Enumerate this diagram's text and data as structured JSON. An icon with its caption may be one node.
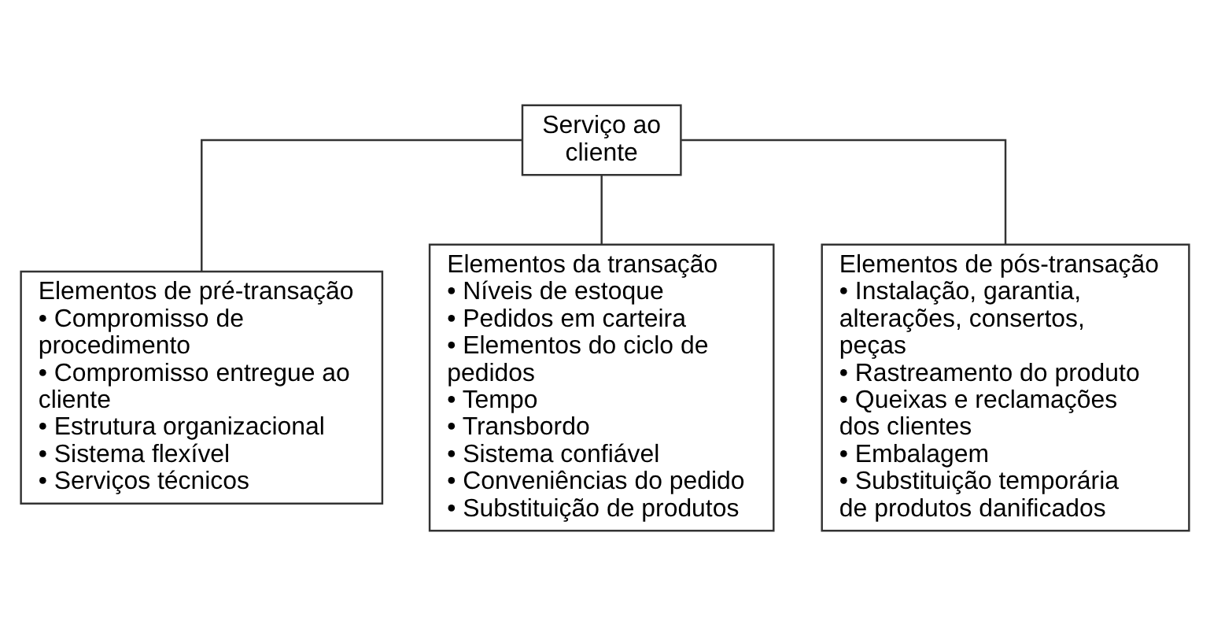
{
  "diagram": {
    "nodes": [
      {
        "text": [
          "Serviço ao cliente"
        ]
      },
      {
        "text": [
          "Elementos de pré-transação",
          "• Compromisso de procedimento",
          "• Compromisso entregue ao cliente",
          "• Estrutura organizacional",
          "• Sistema flexível",
          "• Serviços técnicos"
        ]
      },
      {
        "text": [
          "Elementos da transação",
          "• Níveis de estoque",
          "• Pedidos em carteira",
          "• Elementos do ciclo de pedidos",
          "• Tempo",
          "• Transbordo",
          "• Sistema confiável",
          "• Conveniências do pedido",
          "• Substituição de produtos"
        ]
      },
      {
        "text": [
          "Elementos de pós-transação",
          "• Instalação, garantia, alterações, consertos, peças",
          "• Rastreamento do produto",
          "• Queixas e reclamações dos clientes",
          "• Embalagem",
          "• Substituição temporária de produtos danificados"
        ]
      }
    ],
    "edges": [
      {
        "from": 0,
        "to": 1,
        "arrow": "none"
      },
      {
        "from": 0,
        "to": 2,
        "arrow": "none"
      },
      {
        "from": 0,
        "to": 3,
        "arrow": "none"
      }
    ]
  }
}
